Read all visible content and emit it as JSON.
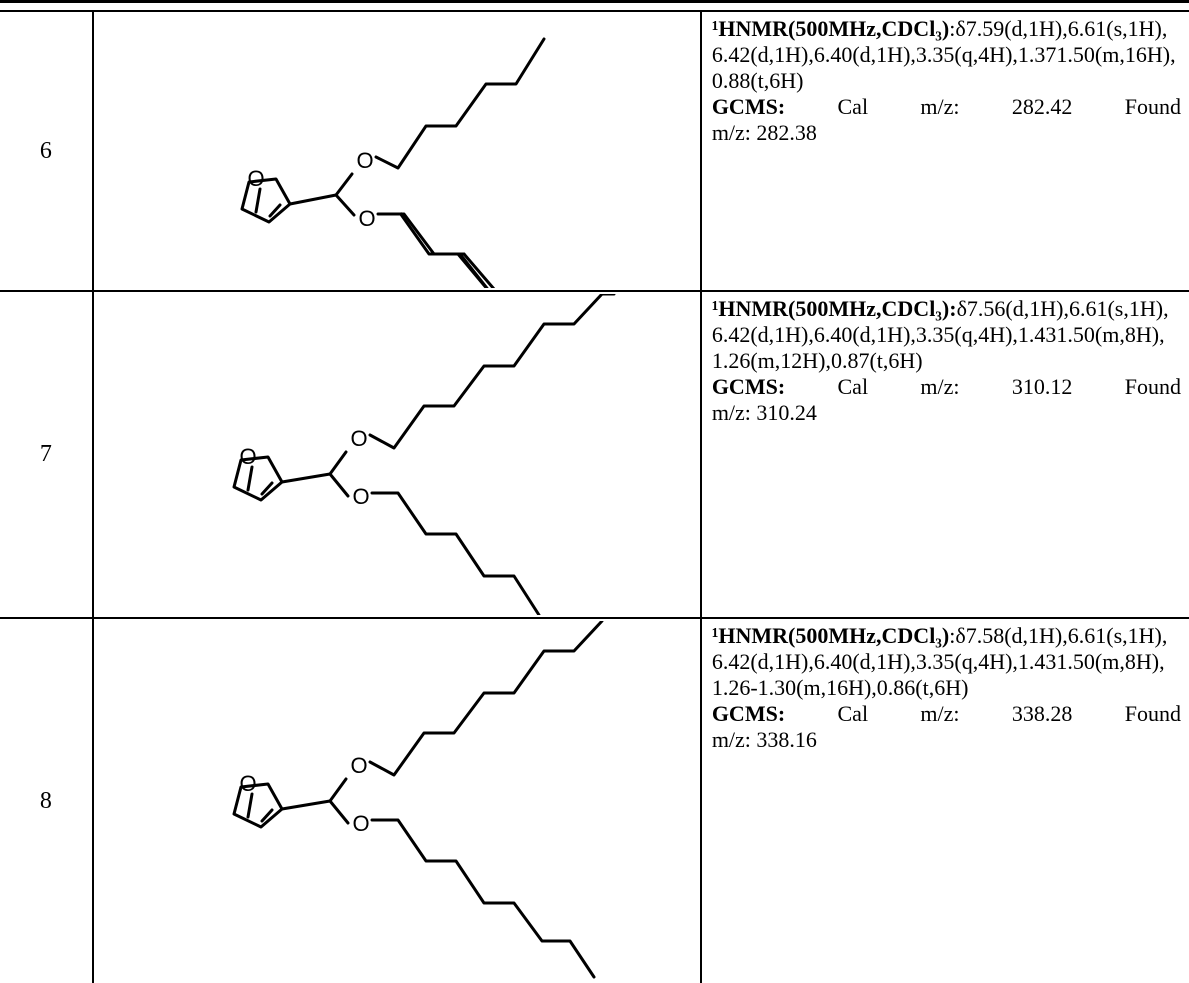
{
  "rows": [
    {
      "number": "6",
      "nmr_label": "¹HNMR(500MHz,CDCl₃)",
      "nmr_text": ":δ7.59(d,1H),6.61(s,1H),6.42(d,1H),6.40(d,1H),3.35(q,4H),1.371.50(m,16H),0.88(t,6H)",
      "gcms_label": "GCMS:",
      "gcms_text": " Cal m/z: 282.42 Found",
      "gcms_found": "m/z: 282.38",
      "structure": {
        "atom_label_top": "O",
        "atom_label_ring": "O",
        "atom_label_bottom": "O"
      }
    },
    {
      "number": "7",
      "nmr_label": "¹HNMR(500MHz,CDCl₃):",
      "nmr_text": "δ7.56(d,1H),6.61(s,1H),6.42(d,1H),6.40(d,1H),3.35(q,4H),1.431.50(m,8H),1.26(m,12H),0.87(t,6H)",
      "gcms_label": "GCMS:",
      "gcms_text": " Cal m/z: 310.12 Found",
      "gcms_found": "m/z: 310.24",
      "structure": {
        "atom_label_top": "O",
        "atom_label_ring": "O",
        "atom_label_bottom": "O"
      }
    },
    {
      "number": "8",
      "nmr_label": "¹HNMR(500MHz,CDCl₃)",
      "nmr_text": ":δ7.58(d,1H),6.61(s,1H),6.42(d,1H),6.40(d,1H),3.35(q,4H),1.431.50(m,8H),1.26-1.30(m,16H),0.86(t,6H)",
      "gcms_label": "GCMS:",
      "gcms_text": " Cal m/z: 338.28 Found",
      "gcms_found": "m/z: 338.16",
      "structure": {
        "atom_label_top": "O",
        "atom_label_ring": "O",
        "atom_label_bottom": "O"
      }
    }
  ]
}
